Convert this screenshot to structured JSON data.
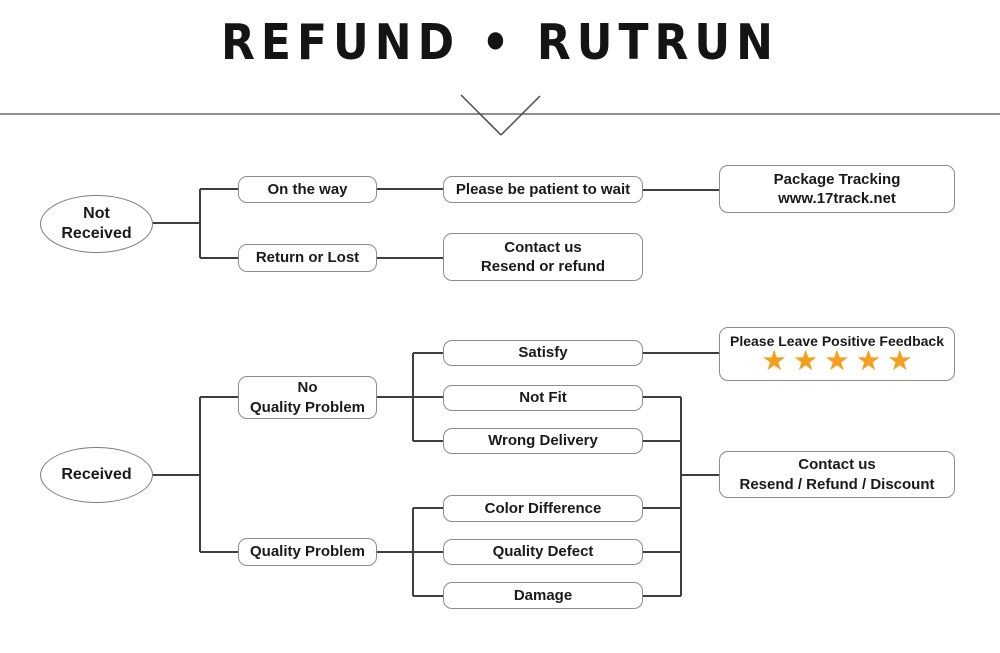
{
  "title": "REFUND • RUTRUN",
  "colors": {
    "star_orange": "#F5A01D",
    "connector_gray": "#3f3f3f",
    "box_border_gray": "#8c8c8c"
  },
  "nodes": {
    "not_received": {
      "label": "Not\nReceived"
    },
    "received": {
      "label": "Received"
    },
    "on_the_way": {
      "label": "On the way"
    },
    "return_or_lost": {
      "label": "Return or Lost"
    },
    "please_be_patient": {
      "label": "Please be patient to wait"
    },
    "package_tracking": {
      "label": "Package Tracking\nwww.17track.net"
    },
    "contact_us_resend_refund": {
      "label": "Contact us\nResend or refund"
    },
    "no_quality_problem": {
      "label": "No\nQuality Problem"
    },
    "quality_problem": {
      "label": "Quality Problem"
    },
    "satisfy": {
      "label": "Satisfy"
    },
    "not_fit": {
      "label": "Not Fit"
    },
    "wrong_delivery": {
      "label": "Wrong Delivery"
    },
    "color_difference": {
      "label": "Color Difference"
    },
    "quality_defect": {
      "label": "Quality Defect"
    },
    "damage": {
      "label": "Damage"
    },
    "positive_feedback": {
      "label": "Please Leave Positive Feedback",
      "stars": "★★★★★",
      "rating": 5
    },
    "contact_us_resend_refund_discount": {
      "label": "Contact us\nResend / Refund / Discount"
    }
  }
}
